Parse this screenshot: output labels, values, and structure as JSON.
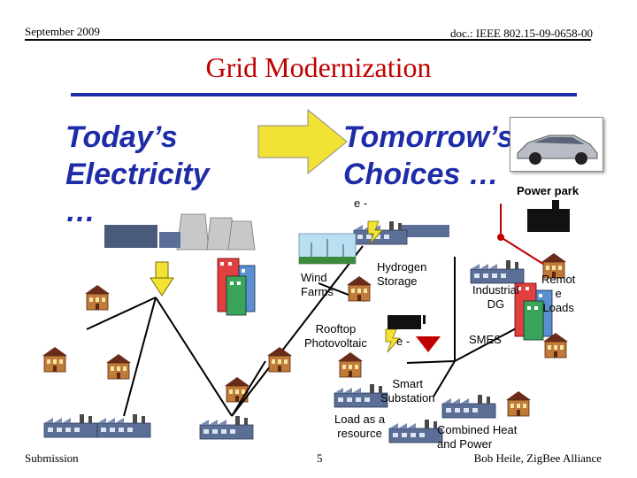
{
  "header": {
    "date": "September 2009",
    "doc": "doc.: IEEE 802.15-09-0658-00"
  },
  "title": "Grid Modernization",
  "left_heading": "Today’s\nElectricity\n…",
  "right_heading": "Tomorrow’s\nChoices …",
  "labels": {
    "power_park": "Power park",
    "e_top": "e -",
    "hydrogen": "Hydrogen\nStorage",
    "wind": "Wind\nFarms",
    "industrial": "Industrial\nDG",
    "remote": "Remot\ne\nLoads",
    "rooftop": "Rooftop\nPhotovoltaic",
    "e_mid": "e -",
    "smes": "SMES",
    "smart": "Smart\nSubstation",
    "load": "Load as a\nresource",
    "chp": "Combined Heat\nand Power"
  },
  "footer": {
    "left": "Submission",
    "page": "5",
    "right": "Bob Heile, ZigBee Alliance"
  },
  "colors": {
    "title": "#c00000",
    "heading": "#1f2ca8",
    "rule": "#1f2ca8",
    "arrow_fill": "#f2e233",
    "house_roof": "#6b2b1a",
    "house_wall": "#c07a3a",
    "factory": "#5b6e96"
  }
}
